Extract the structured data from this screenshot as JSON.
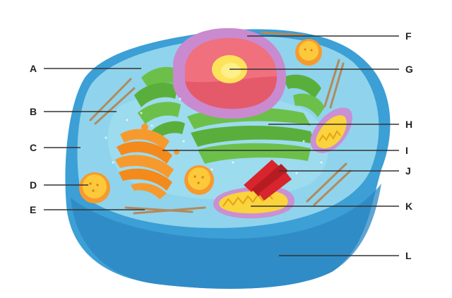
{
  "labels": {
    "A": "A",
    "B": "B",
    "C": "C",
    "D": "D",
    "E": "E",
    "F": "F",
    "G": "G",
    "H": "H",
    "I": "I",
    "J": "J",
    "K": "K",
    "L": "L"
  },
  "colors": {
    "cytoplasm": "#8fd4ec",
    "membrane_outer": "#3c9fd6",
    "nucleus_envelope": "#c98ad0",
    "nucleus": "#f0707e",
    "nucleolus": "#fde35a",
    "endoplasmic_reticulum": "#6cc04a",
    "golgi": "#f79a2e",
    "lysosome": "#fbc93a",
    "mitochondria": "#fbd33c",
    "mitochondria_membrane": "#c990d3",
    "ribosome_cluster": "#d8242c",
    "cytoskeleton": "#b38a5c"
  }
}
